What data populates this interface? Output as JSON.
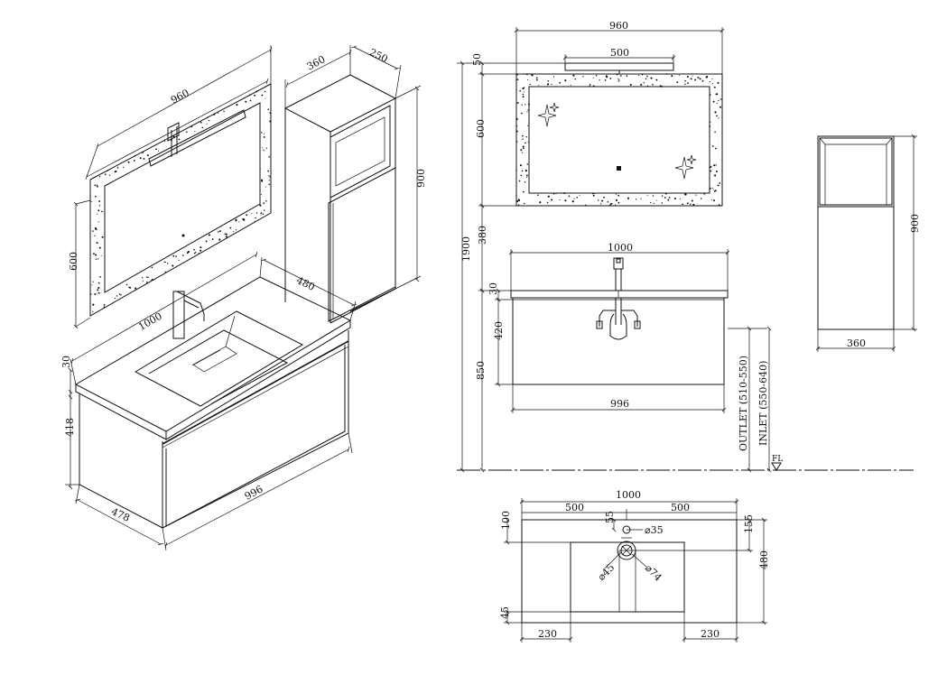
{
  "iso": {
    "mirror_width": "960",
    "mirror_height": "600",
    "cabinet_depth": "360",
    "cabinet_width": "250",
    "cabinet_height": "900",
    "basin_depth": "480",
    "basin_width": "1000",
    "top_thickness": "30",
    "unit_height": "418",
    "unit_width": "996",
    "unit_depth": "478"
  },
  "front": {
    "mirror_width": "960",
    "lamp_width": "500",
    "mirror_top_gap": "50",
    "mirror_height": "600",
    "mirror_to_basin": "380",
    "overall_height": "1900",
    "basin_width": "1000",
    "top_thickness": "30",
    "drawer_height": "420",
    "basin_height_from_floor": "850",
    "drawer_width": "996",
    "outlet_label": "OUTLET (510-550)",
    "inlet_label": "INLET (550-640)",
    "floor_label": "FL"
  },
  "side": {
    "cabinet_height": "900",
    "cabinet_width": "360"
  },
  "plan": {
    "overall_width": "1000",
    "left_half": "500",
    "right_half": "500",
    "tap_offset": "55",
    "tap_hole": "⌀35",
    "top_margin": "100",
    "right_top_margin": "155",
    "overall_depth": "480",
    "drain_inner": "⌀45",
    "drain_outer": "⌀74",
    "bottom_margin": "45",
    "left_margin": "230",
    "right_margin": "230"
  }
}
